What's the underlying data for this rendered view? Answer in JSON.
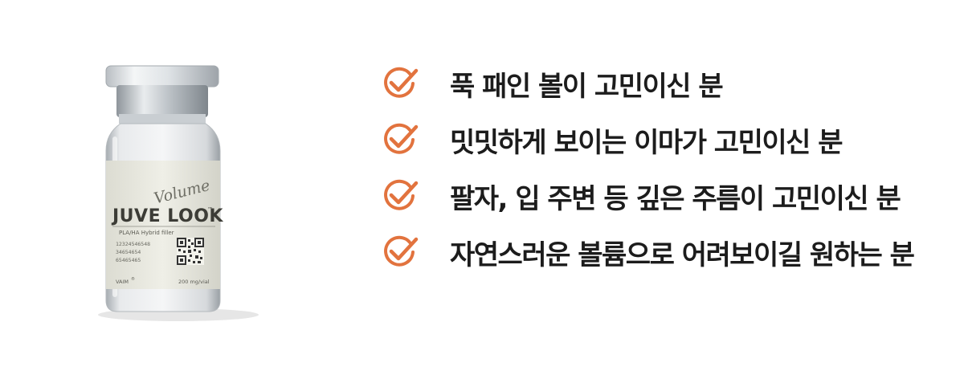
{
  "product": {
    "script_label": "Volume",
    "brand": "JUVE LOOK",
    "trademark": "™",
    "subtitle": "PLA/HA Hybrid filler",
    "codes": [
      "12324546548",
      "34654654",
      "65465465"
    ],
    "maker": "VAIM",
    "maker_mark": "®",
    "dose": "200 mg/vial"
  },
  "checklist": {
    "icon": "check-circle-icon",
    "accent_color": "#e2733e",
    "items": [
      "푹 패인 볼이 고민이신 분",
      "밋밋하게 보이는 이마가 고민이신 분",
      "팔자, 입 주변 등 깊은 주름이 고민이신 분",
      "자연스러운 볼륨으로 어려보이길 원하는 분"
    ]
  }
}
